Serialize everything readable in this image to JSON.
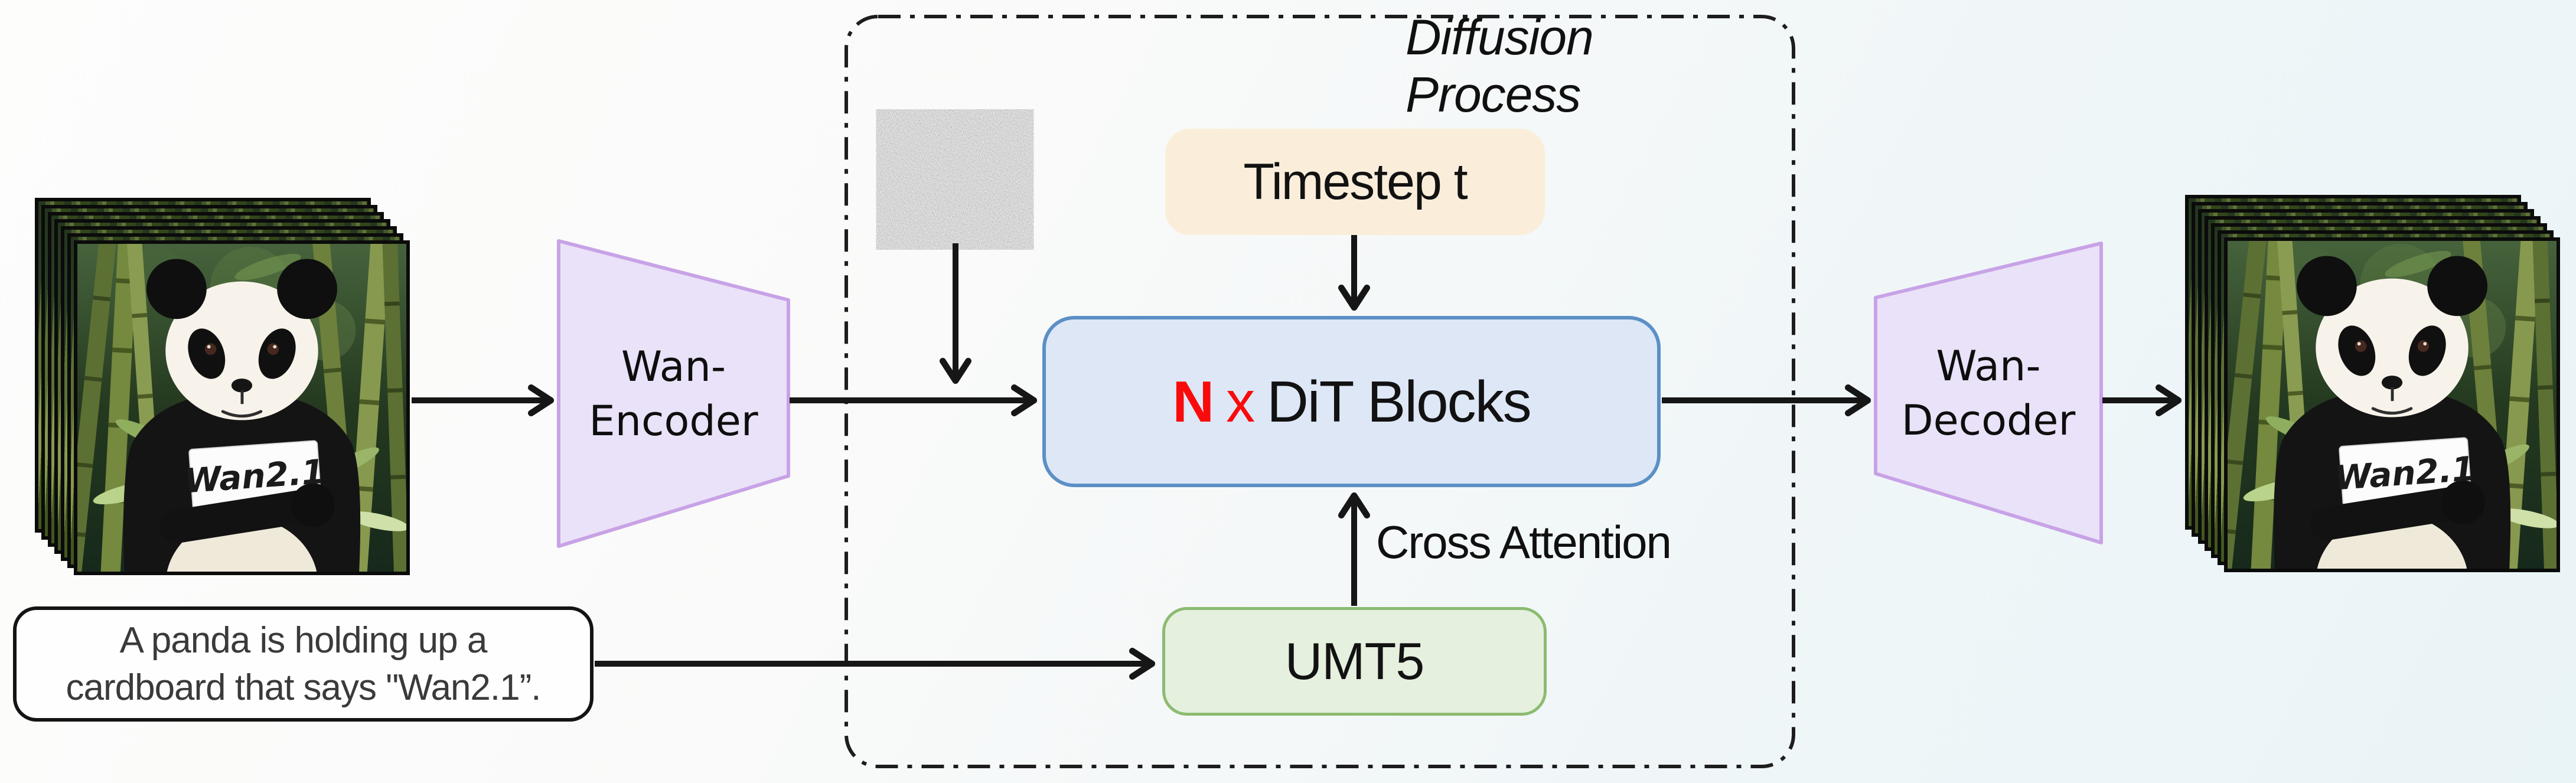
{
  "title": {
    "diffusion_process": "Diffusion Process"
  },
  "boxes": {
    "timestep_label": "Timestep t",
    "dit_n": "N",
    "dit_times": "x",
    "dit_label": "DiT Blocks",
    "umt5_label": "UMT5",
    "cross_attention_label": "Cross Attention"
  },
  "encoder": {
    "line1": "Wan-",
    "line2": "Encoder"
  },
  "decoder": {
    "line1": "Wan-",
    "line2": "Decoder"
  },
  "prompt": {
    "lines": [
      "A panda is holding up a",
      "cardboard that says \"Wan2.1”."
    ]
  },
  "stacks": {
    "sign_text": "Wan2.1",
    "frame_count": 7
  },
  "colors": {
    "accent_red": "#f90b0b",
    "dit_fill": "#dde7f6",
    "dit_border": "#5b90c6",
    "timestep_fill": "#faeeda",
    "umt5_fill": "#e5f0de",
    "umt5_border": "#8cbb70",
    "vae_fill": "#eae2f8",
    "vae_border": "#c8a2e6",
    "arrow": "#161616"
  }
}
